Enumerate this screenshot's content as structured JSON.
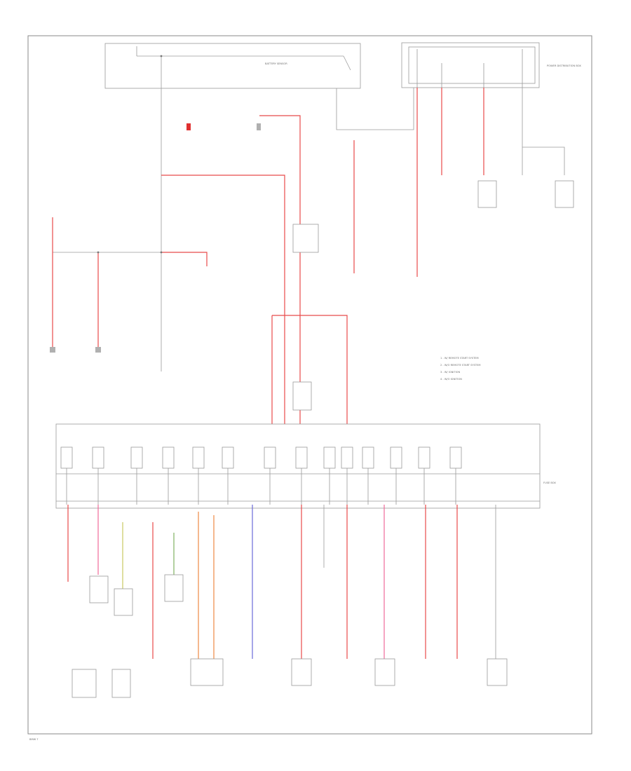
{
  "labels": {
    "battery_sensor": "BATTERY SENSOR",
    "bottom_left": "BMW 7",
    "power_distribution_box": "POWER DISTRIBUTION BOX",
    "fuse_box": "FUSE BOX"
  },
  "legend": {
    "items": [
      "1 - W/ REMOTE START SYSTEM",
      "2 - W/O REMOTE START SYSTEM",
      "3 - W/ IGNITION",
      "4 - W/O IGNITION"
    ]
  },
  "colors": {
    "red": "#e84a4a",
    "pink": "#f06a9a",
    "orange": "#ee8844",
    "blue": "#6a6ad8",
    "yellow": "#c8c860",
    "green": "#80b060"
  }
}
